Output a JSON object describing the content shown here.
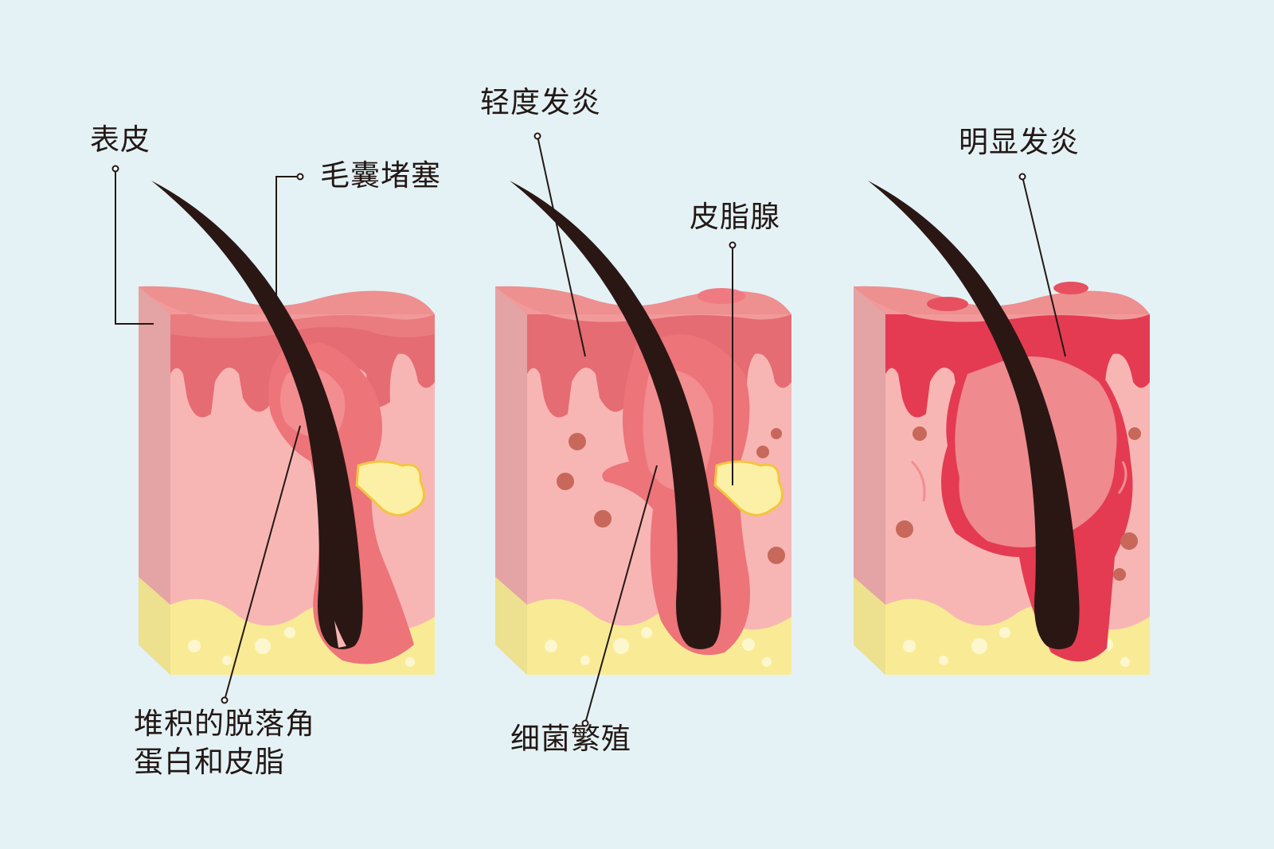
{
  "labels": {
    "epidermis": "表皮",
    "follicle_blocked": "毛囊堵塞",
    "keratin_sebum_line1": "堆积的脱落角",
    "keratin_sebum_line2": "蛋白和皮脂",
    "mild_inflammation": "轻度发炎",
    "sebaceous_gland": "皮脂腺",
    "bacteria_growth": "细菌繁殖",
    "obvious_inflammation": "明显发炎"
  },
  "colors": {
    "background": "#e4f2f5",
    "skin_light": "#f7b6b4",
    "skin_top": "#ee8f90",
    "skin_dermis_dark": "#e56c73",
    "fat": "#f9eb95",
    "hair": "#2a1714",
    "sebum": "#fbf0a6",
    "inflamed": "#e43b52",
    "bacteria": "#c7685a",
    "leader_line": "#231815"
  },
  "panels": [
    "stage-1-clogged",
    "stage-2-mild-inflammation",
    "stage-3-obvious-inflammation"
  ]
}
